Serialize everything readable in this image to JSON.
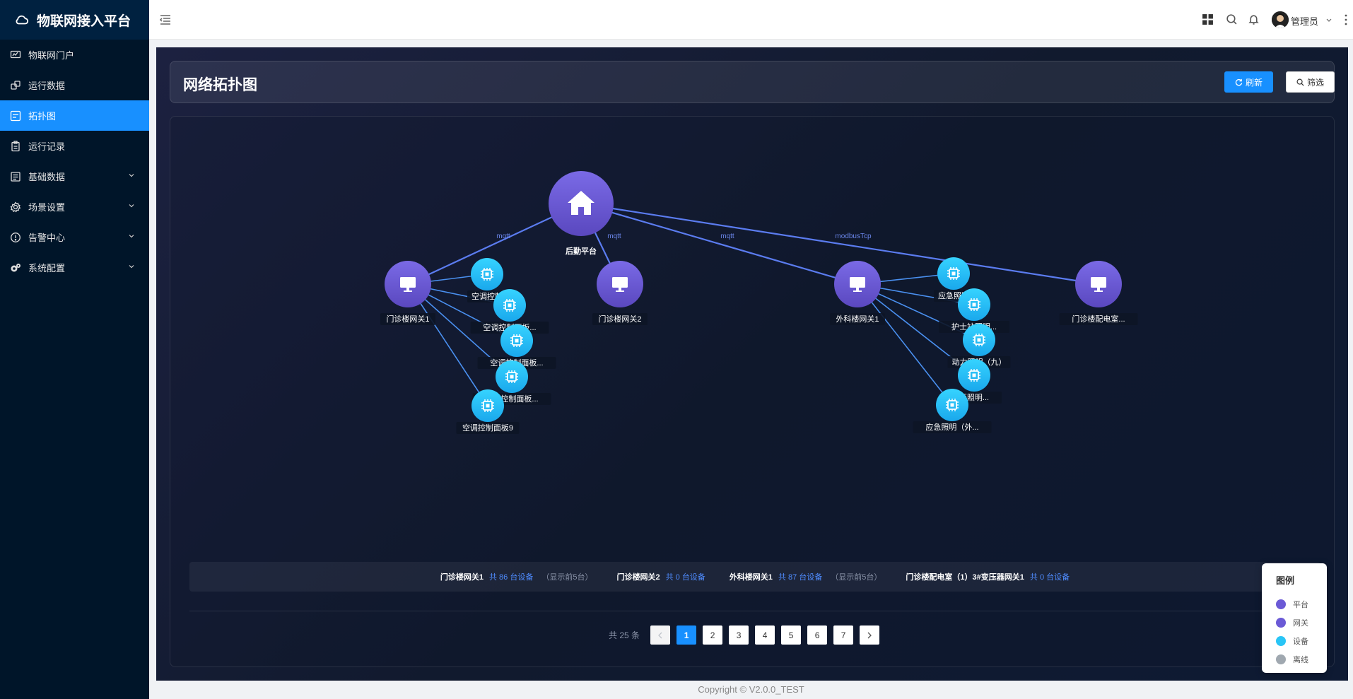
{
  "app": {
    "title": "物联网接入平台"
  },
  "sidebar": {
    "items": [
      {
        "label": "物联网门户",
        "icon": "monitor-icon",
        "has_children": false,
        "active": false
      },
      {
        "label": "运行数据",
        "icon": "data-icon",
        "has_children": false,
        "active": false
      },
      {
        "label": "拓扑图",
        "icon": "topology-icon",
        "has_children": false,
        "active": true
      },
      {
        "label": "运行记录",
        "icon": "clipboard-icon",
        "has_children": false,
        "active": false
      },
      {
        "label": "基础数据",
        "icon": "document-icon",
        "has_children": true,
        "active": false
      },
      {
        "label": "场景设置",
        "icon": "gear-icon",
        "has_children": true,
        "active": false
      },
      {
        "label": "告警中心",
        "icon": "alert-icon",
        "has_children": true,
        "active": false
      },
      {
        "label": "系统配置",
        "icon": "config-icon",
        "has_children": true,
        "active": false
      }
    ]
  },
  "header": {
    "user": "管理员"
  },
  "page": {
    "title": "网络拓扑图",
    "refresh_label": "刷新",
    "filter_label": "筛选"
  },
  "topology": {
    "platform": {
      "label": "后勤平台"
    },
    "gateways": [
      {
        "label": "门诊楼网关1",
        "edge_label": "mqtt"
      },
      {
        "label": "门诊楼网关2",
        "edge_label": "mqtt"
      },
      {
        "label": "外科楼网关1",
        "edge_label": "mqtt"
      },
      {
        "label": "门诊楼配电室...",
        "edge_label": "modbusTcp"
      }
    ],
    "devices": [
      {
        "label": "空调控制",
        "gateway": 0
      },
      {
        "label": "空调控制面板...",
        "gateway": 0
      },
      {
        "label": "空调控制面板...",
        "gateway": 0
      },
      {
        "label": "空调控制面板...",
        "gateway": 0
      },
      {
        "label": "空调控制面板9",
        "gateway": 0
      },
      {
        "label": "应急照明",
        "gateway": 2
      },
      {
        "label": "护士站照明...",
        "gateway": 2
      },
      {
        "label": "动力照明（九）",
        "gateway": 2
      },
      {
        "label": "西照明...",
        "gateway": 2
      },
      {
        "label": "应急照明（外...",
        "gateway": 2
      }
    ]
  },
  "stats": [
    {
      "name": "门诊楼网关1",
      "count": "共 86 台设备",
      "extra": "（显示前5台）"
    },
    {
      "name": "门诊楼网关2",
      "count": "共 0 台设备",
      "extra": ""
    },
    {
      "name": "外科楼网关1",
      "count": "共 87 台设备",
      "extra": "（显示前5台）"
    },
    {
      "name": "门诊楼配电室（1）3#变压器网关1",
      "count": "共 0 台设备",
      "extra": ""
    }
  ],
  "pagination": {
    "total": "共 25 条",
    "pages": [
      "1",
      "2",
      "3",
      "4",
      "5",
      "6",
      "7"
    ],
    "current": "1"
  },
  "legend": {
    "title": "图例",
    "items": [
      {
        "label": "平台",
        "color": "#6b5ad6"
      },
      {
        "label": "网关",
        "color": "#6b5ad6"
      },
      {
        "label": "设备",
        "color": "#29c5f6"
      },
      {
        "label": "离线",
        "color": "#a0a8b0"
      }
    ]
  },
  "colors": {
    "accent": "#1890ff",
    "sidebar_bg": "#001529",
    "platform_node": "#6b5ad6",
    "gateway_node": "#6b5ad6",
    "device_node": "#29c5f6",
    "edge": "#5b7cf0"
  },
  "footer": {
    "copyright": "Copyright © V2.0.0_TEST"
  }
}
